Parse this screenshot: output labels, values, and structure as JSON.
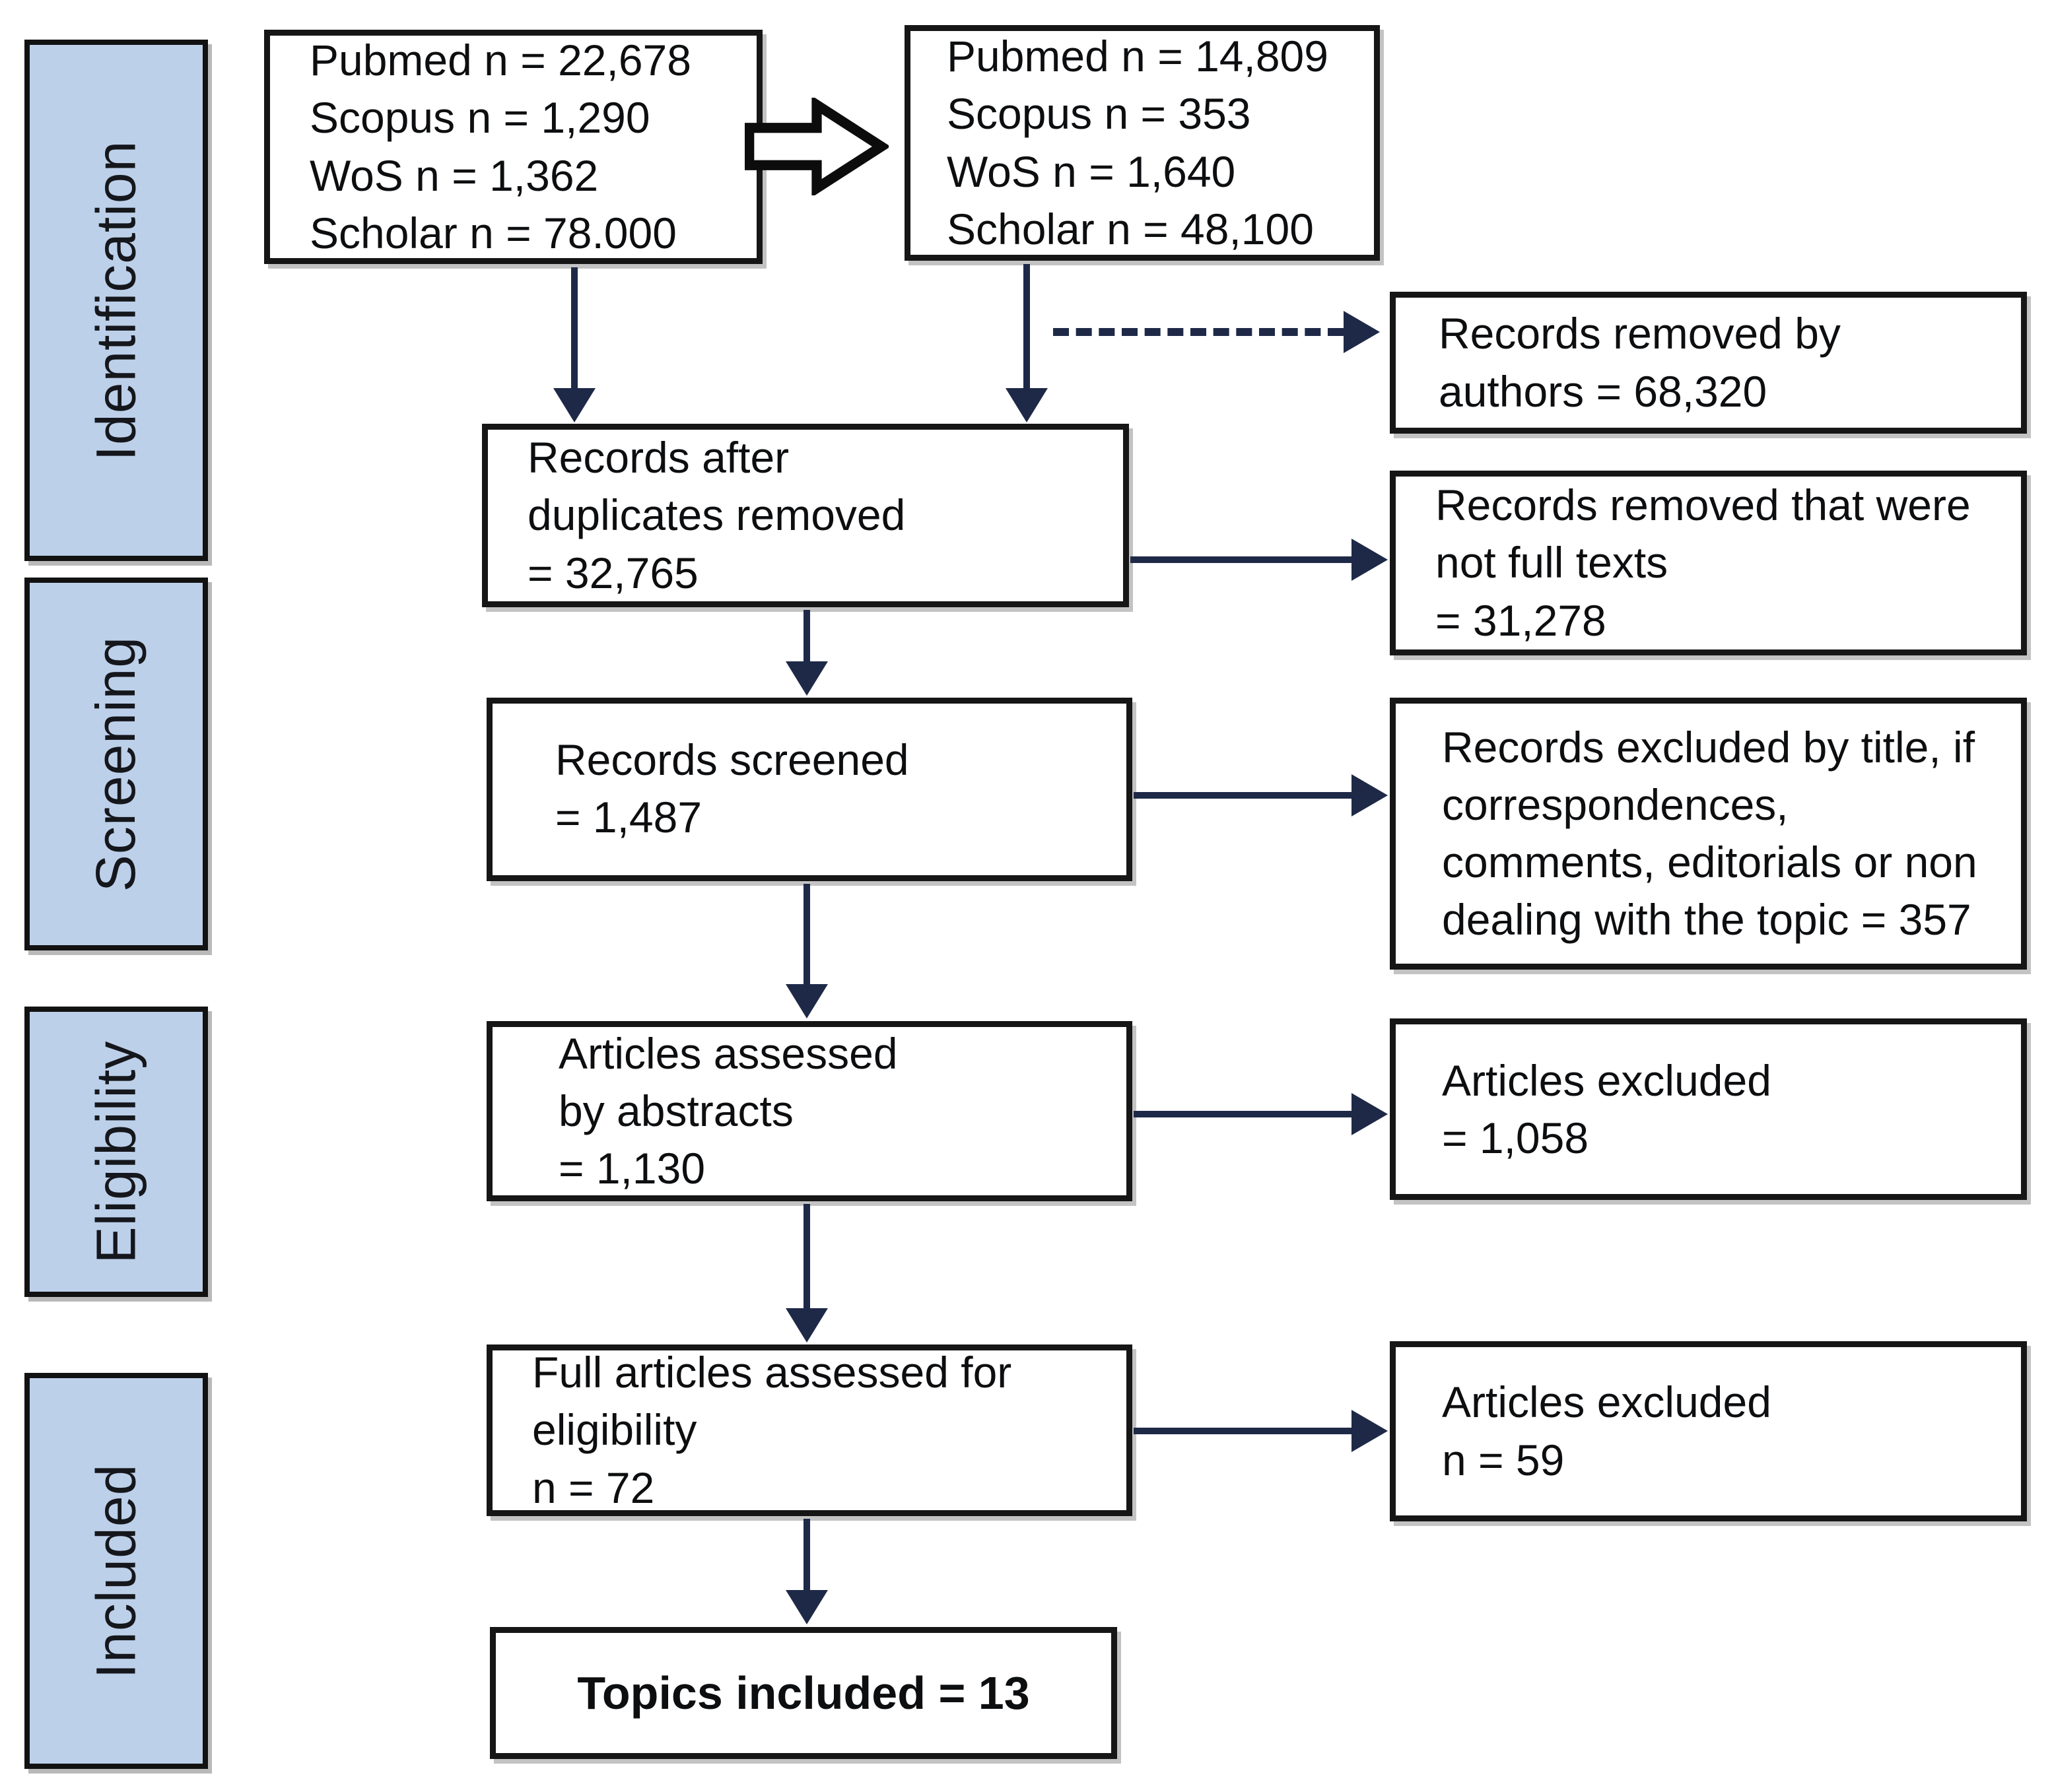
{
  "sidebar": {
    "labels": [
      "Identification",
      "Screening",
      "Eligibility",
      "Included"
    ]
  },
  "boxes": {
    "sources_initial": {
      "lines": [
        "Pubmed n = 22,678",
        "Scopus n = 1,290",
        "WoS n = 1,362",
        "Scholar n = 78.000"
      ]
    },
    "sources_refined": {
      "lines": [
        "Pubmed n = 14,809",
        "Scopus n = 353",
        "WoS n = 1,640",
        "Scholar n = 48,100"
      ]
    },
    "removed_by_authors": {
      "lines": [
        "Records removed by",
        "authors = 68,320"
      ]
    },
    "after_duplicates": {
      "lines": [
        "Records after",
        "duplicates removed",
        "= 32,765"
      ]
    },
    "not_full_texts": {
      "lines": [
        "Records removed that were",
        "not full texts",
        "= 31,278"
      ]
    },
    "records_screened": {
      "lines": [
        "Records screened",
        "= 1,487"
      ]
    },
    "excluded_by_title": {
      "lines": [
        "Records excluded by title, if",
        "correspondences,",
        "comments, editorials or non",
        "dealing with the topic = 357"
      ]
    },
    "assessed_by_abstracts": {
      "lines": [
        "Articles assessed",
        "by abstracts",
        "= 1,130"
      ]
    },
    "articles_excluded_abstracts": {
      "lines": [
        "Articles excluded",
        "= 1,058"
      ]
    },
    "full_articles_assessed": {
      "lines": [
        "Full articles assessed for",
        "eligibility",
        "n = 72"
      ]
    },
    "articles_excluded_full": {
      "lines": [
        "Articles excluded",
        "n = 59"
      ]
    },
    "topics_included": {
      "lines": [
        "Topics included = 13"
      ]
    }
  },
  "colors": {
    "sidebar_fill": "#bdd0ea",
    "box_fill": "#ffffff",
    "border": "#161616",
    "arrow": "#1e2947",
    "text": "#0d0e10"
  }
}
